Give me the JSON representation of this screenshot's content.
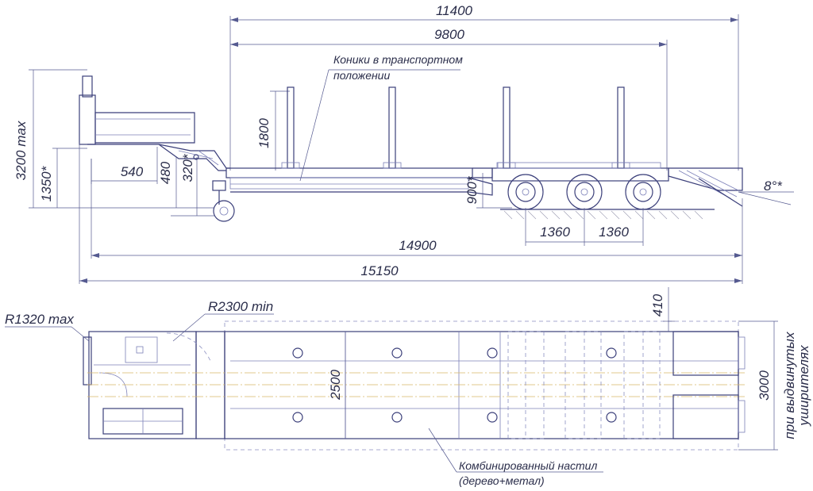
{
  "side_view": {
    "dim_total_length_top": "11400",
    "dim_platform_length": "9800",
    "label_stakes": [
      "Коники в транспортном",
      "положении"
    ],
    "dim_stake_height": "1800",
    "dim_max_height": "3200 max",
    "dim_fifth_wheel_height": "1350*",
    "dim_gooseneck_offset": "540",
    "dim_gooseneck_step": "480",
    "dim_platform_height": "320*",
    "dim_rear_deck_height": "900*",
    "dim_ramp_angle": "8°*",
    "dim_axle_spacing_1": "1360",
    "dim_axle_spacing_2": "1360",
    "dim_length_14900": "14900",
    "dim_length_15150": "15150"
  },
  "top_view": {
    "dim_turning_radius_front": "R1320 max",
    "dim_turning_radius_min": "R2300 min",
    "dim_inner_width": "2500",
    "dim_extension": "410",
    "dim_width_extended": "3000",
    "label_width_extended": [
      "при выдвинутых",
      "уширителях"
    ],
    "label_deck": [
      "Комбинированный настил",
      "(дерево+метал)"
    ]
  }
}
